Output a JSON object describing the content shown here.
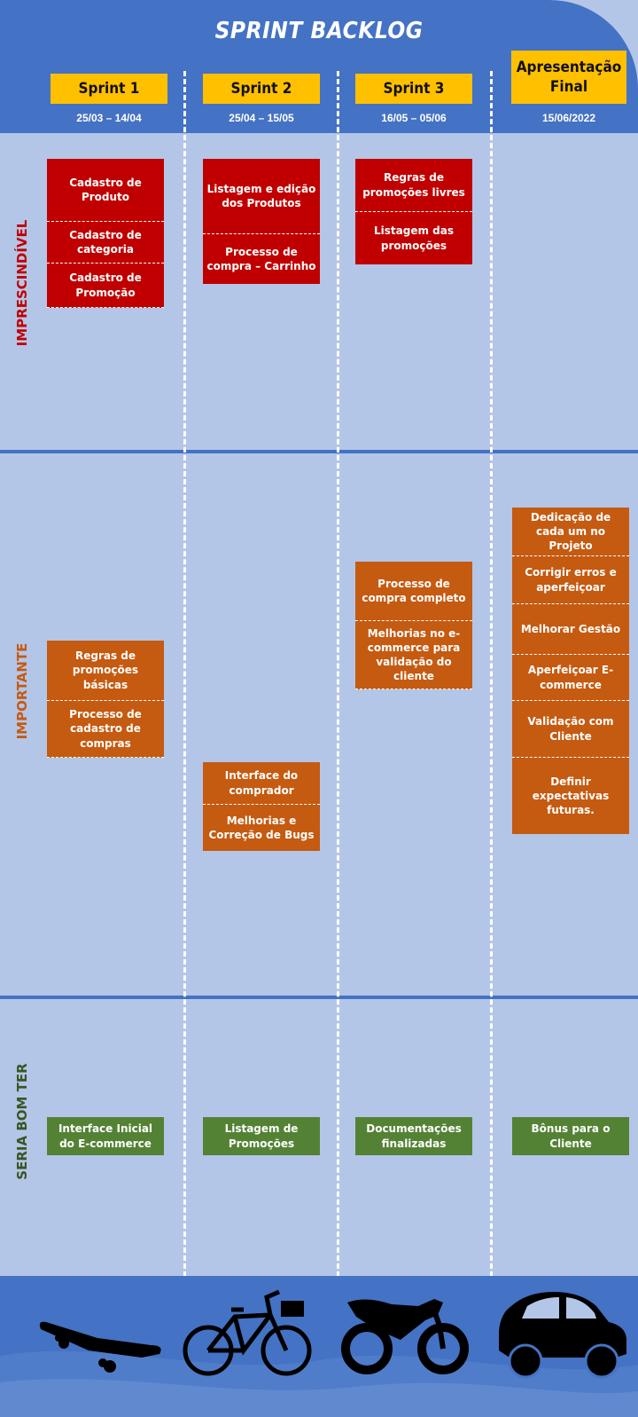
{
  "title": "SPRINT BACKLOG",
  "columns": [
    {
      "label": "Sprint 1",
      "date": "25/03 – 14/04"
    },
    {
      "label": "Sprint 2",
      "date": "25/04 – 15/05"
    },
    {
      "label": "Sprint 3",
      "date": "16/05 – 05/06"
    },
    {
      "label": "Apresentação Final",
      "date": "15/06/2022"
    }
  ],
  "bands": {
    "imprescindivel": {
      "label": "IMPRESCINDÍVEL",
      "color": "#c00000"
    },
    "importante": {
      "label": "IMPORTANTE",
      "color": "#c55a11"
    },
    "seria_bom_ter": {
      "label": "SERIA BOM TER",
      "color": "#375623"
    }
  },
  "cards": {
    "imprescindivel": {
      "sprint1": [
        "Cadastro de Produto",
        "Cadastro de categoria",
        "Cadastro de Promoção"
      ],
      "sprint2": [
        "Listagem e edição dos Produtos",
        "Processo de compra – Carrinho"
      ],
      "sprint3": [
        "Regras de promoções  livres",
        "Listagem das promoções"
      ]
    },
    "importante": {
      "sprint1": [
        "Regras de promoções  básicas",
        "Processo de cadastro de compras"
      ],
      "sprint2": [
        "Interface do comprador",
        "Melhorias e Correção de Bugs"
      ],
      "sprint3": [
        "Processo de compra completo",
        "Melhorias no e-commerce  para validação do cliente"
      ],
      "final": [
        "Dedicação de cada um  no Projeto",
        "Corrigir erros e aperfeiçoar",
        "Melhorar Gestão",
        "Aperfeiçoar E-commerce",
        "Validação com Cliente",
        "Definir expectativas futuras."
      ]
    },
    "seria_bom_ter": {
      "sprint1": [
        "Interface Inicial do E-commerce"
      ],
      "sprint2": [
        "Listagem de Promoções"
      ],
      "sprint3": [
        "Documentações finalizadas"
      ],
      "final": [
        "Bônus para o Cliente"
      ]
    }
  },
  "icons": [
    "skateboard-icon",
    "bicycle-icon",
    "motorcycle-icon",
    "car-icon"
  ],
  "colors": {
    "header": "#4472c4",
    "background": "#b4c6e7",
    "sprint_box": "#ffc000",
    "red": "#c00000",
    "orange": "#c55a11",
    "green": "#548235"
  }
}
